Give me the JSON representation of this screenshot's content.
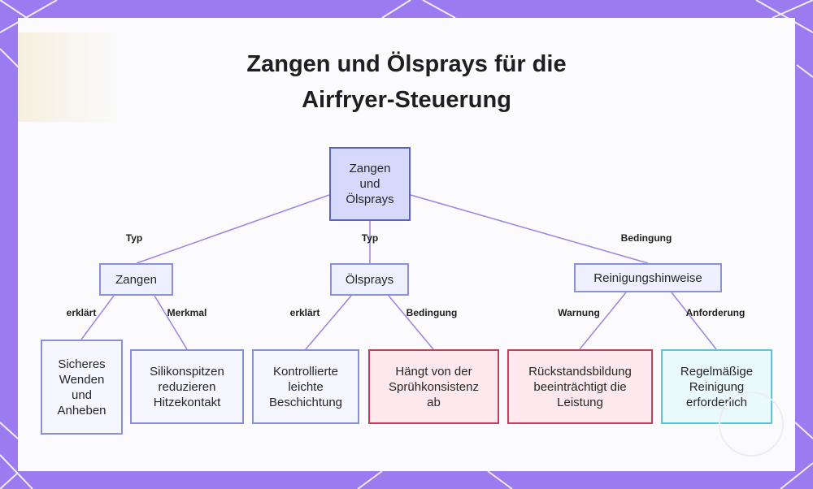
{
  "title_line1": "Zangen und Ölsprays für die",
  "title_line2": "Airfryer-Steuerung",
  "nodes": {
    "root": "Zangen\nund\nÖlsprays",
    "zangen": "Zangen",
    "oelsprays": "Ölsprays",
    "reinigung": "Reinigungshinweise",
    "sicheres": "Sicheres\nWenden\nund\nAnheben",
    "silikon": "Silikonspitzen\nreduzieren\nHitzekontakt",
    "kontrolliert": "Kontrollierte\nleichte\nBeschichtung",
    "haengt": "Hängt von der\nSprühkonsistenz\nab",
    "rueckstand": "Rückstandsbildung\nbeeinträchtigt die\nLeistung",
    "regel": "Regelmäßige\nReinigung\nerforderlich"
  },
  "edges": {
    "typ1": "Typ",
    "typ2": "Typ",
    "bedingung1": "Bedingung",
    "erklaert1": "erklärt",
    "merkmal": "Merkmal",
    "erklaert2": "erklärt",
    "bedingung2": "Bedingung",
    "warnung": "Warnung",
    "anforderung": "Anforderung"
  },
  "colors": {
    "frame": "#9b7bef",
    "edge": "#a287e0",
    "root_fill": "#d6d9fb",
    "warn_border": "#c0405a",
    "info_border": "#58c7d6"
  }
}
